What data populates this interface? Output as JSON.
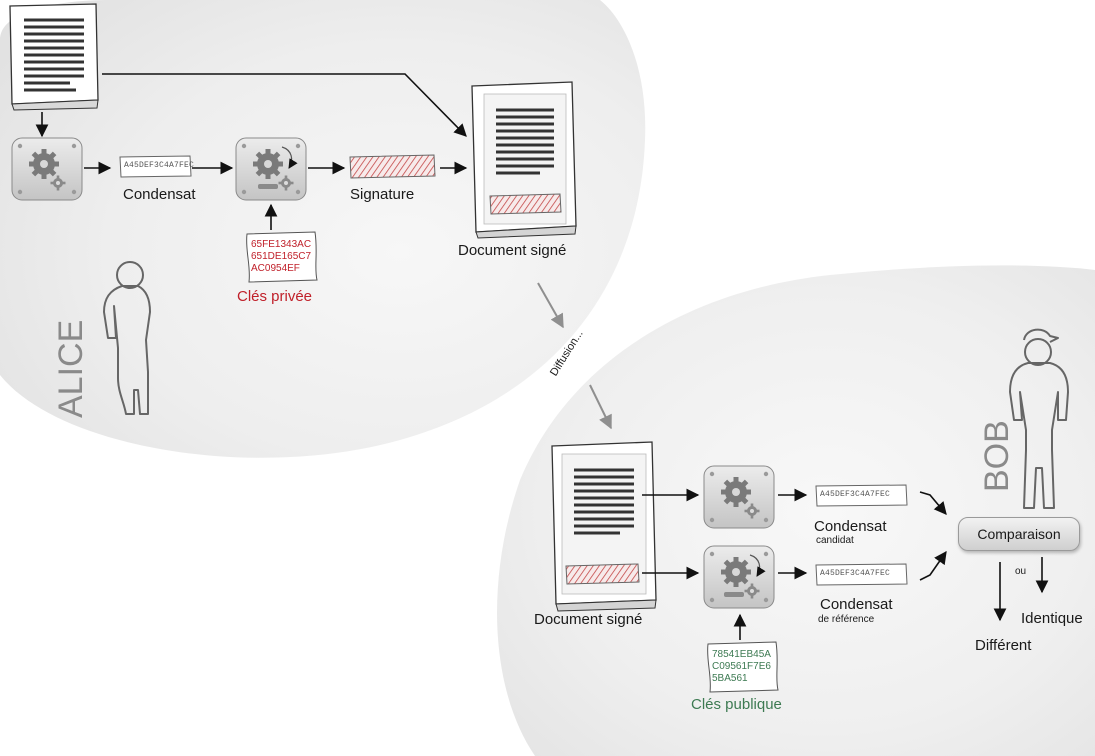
{
  "colors": {
    "private_key": "#c0202a",
    "public_key": "#3d7a52",
    "text": "#1a1a1a",
    "persona": "#8a8a8a"
  },
  "labels": {
    "condensat": "Condensat",
    "signature": "Signature",
    "document_signe_alice": "Document signé",
    "cles_privee": "Clés privée",
    "diffusion": "Diffusion...",
    "document_signe_bob": "Document signé",
    "condensat_candidat": "Condensat",
    "candidat_sub": "candidat",
    "condensat_reference": "Condensat",
    "reference_sub": "de référence",
    "cles_publique": "Clés publique",
    "comparaison": "Comparaison",
    "ou": "ou",
    "identique": "Identique",
    "different": "Différent"
  },
  "hash_tags": {
    "alice": "A45DEF3C4A7FEC",
    "candidat": "A45DEF3C4A7FEC",
    "reference": "A45DEF3C4A7FEC"
  },
  "private_key": {
    "line1": "65FE1343AC",
    "line2": "651DE165C7",
    "line3": "AC0954EF"
  },
  "public_key": {
    "line1": "78541EB45A",
    "line2": "C09561F7E6",
    "line3": "5BA561"
  },
  "personas": {
    "alice": "ALICE",
    "bob": "BOB"
  },
  "icons": [
    "document-icon",
    "gear-processor-icon",
    "key-card-icon",
    "person-icon",
    "signature-tag-icon"
  ]
}
